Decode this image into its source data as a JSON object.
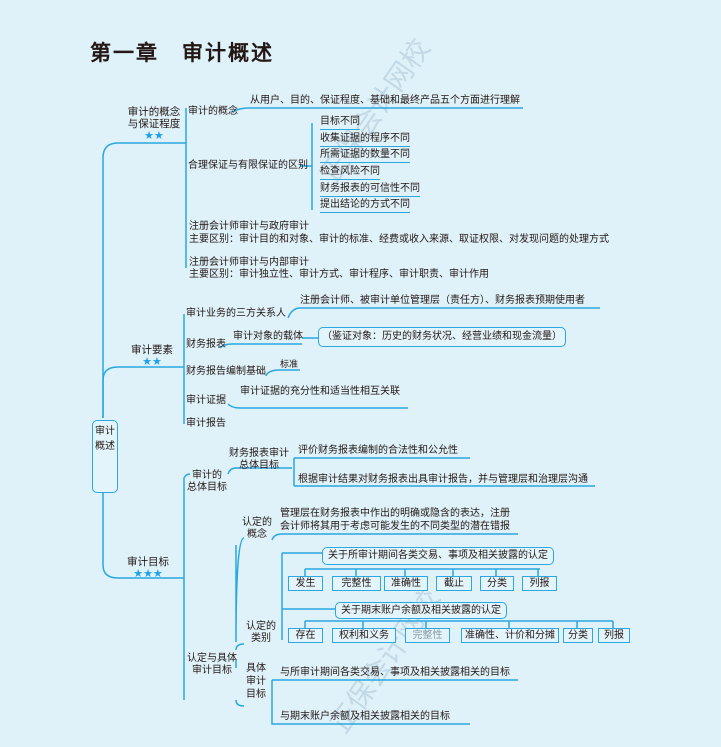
{
  "title": "第一章　审计概述",
  "root": "审计概述",
  "colors": {
    "line": "#2aa8df",
    "background": "#dff1f9",
    "star": "#1ea0e6"
  },
  "b1": {
    "label1": "审计的概念",
    "label2": "与保证程度",
    "stars": "★★",
    "concept": "审计的概念",
    "concept_note": "从用户、目的、保证程度、基础和最终产品五个方面进行理解",
    "diff": "合理保证与有限保证的区别",
    "diff_items": [
      "目标不同",
      "收集证据的程序不同",
      "所需证据的数量不同",
      "检查风险不同",
      "财务报表的可信性不同",
      "提出结论的方式不同"
    ],
    "gov_title": "注册会计师审计与政府审计",
    "gov_diff": "主要区别：审计目的和对象、审计的标准、经费或收入来源、取证权限、对发现问题的处理方式",
    "int_title": "注册会计师审计与内部审计",
    "int_diff": "主要区别：审计独立性、审计方式、审计程序、审计职责、审计作用"
  },
  "b2": {
    "label": "审计要素",
    "stars": "★★",
    "parties": "审计业务的三方关系人",
    "parties_note": "注册会计师、被审计单位管理层（责任方）、财务报表预期使用者",
    "fs": "财务报表",
    "fs_sub": "审计对象的载体",
    "fs_box": "（鉴证对象：历史的财务状况、经营业绩和现金流量）",
    "basis": "财务报告编制基础",
    "basis_note": "标准",
    "evidence": "审计证据",
    "evidence_note": "审计证据的充分性和适当性相互关联",
    "report": "审计报告"
  },
  "b3": {
    "label": "审计目标",
    "stars": "★★★",
    "overall1": "审计的",
    "overall2": "总体目标",
    "fs_goal1": "财务报表审计",
    "fs_goal2": "总体目标",
    "goal_a": "评价财务报表编制的合法性和公允性",
    "goal_b": "根据审计结果对财务报表出具审计报告，并与管理层和治理层沟通",
    "assert1": "认定与具体",
    "assert2": "审计目标",
    "concept1": "认定的",
    "concept2": "概念",
    "concept_t1": "管理层在财务报表中作出的明确或隐含的表达，注册",
    "concept_t2": "会计师将其用于考虑可能发生的不同类型的潜在错报",
    "cat1": "认定的",
    "cat2": "类别",
    "period_box": "关于所审计期间各类交易、事项及相关披露的认定",
    "period_items": [
      "发生",
      "完整性",
      "准确性",
      "截止",
      "分类",
      "列报"
    ],
    "balance_box": "关于期末账户余额及相关披露的认定",
    "balance_items": [
      "存在",
      "权利和义务",
      "完整性",
      "准确性、计价和分摊",
      "分类",
      "列报"
    ],
    "spec1": "具体",
    "spec2": "审计",
    "spec3": "目标",
    "spec_a": "与所审计期间各类交易、事项及相关披露相关的目标",
    "spec_b": "与期末账户余额及相关披露相关的目标"
  }
}
